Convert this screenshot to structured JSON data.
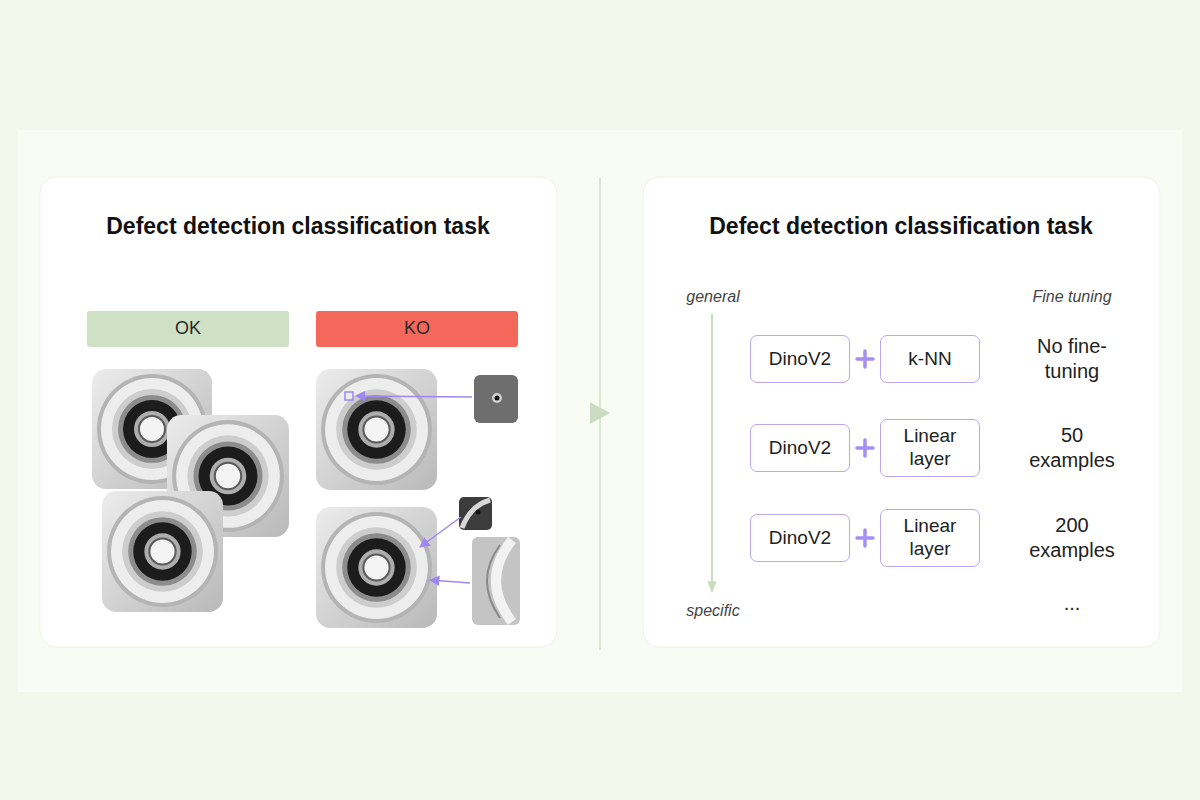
{
  "diagram": {
    "nodes": [
      {
        "text": [
          "Defect detection classification task"
        ]
      },
      {
        "text": [
          "OK"
        ],
        "in": 0
      },
      {
        "text": [
          "KO"
        ],
        "in": 0
      },
      {
        "text": [
          "Defect detection classification task"
        ]
      },
      {
        "text": [
          "DinoV2"
        ],
        "in": 3
      },
      {
        "text": [
          "k-NN"
        ],
        "in": 3
      },
      {
        "text": [
          "DinoV2"
        ],
        "in": 3
      },
      {
        "text": [
          "Linear layer"
        ],
        "in": 3
      },
      {
        "text": [
          "DinoV2"
        ],
        "in": 3
      },
      {
        "text": [
          "Linear layer"
        ],
        "in": 3
      }
    ],
    "labels": [
      "general",
      "Fine tuning",
      "No fine-tuning",
      "50 examples",
      "200 examples",
      "specific",
      "..."
    ]
  }
}
